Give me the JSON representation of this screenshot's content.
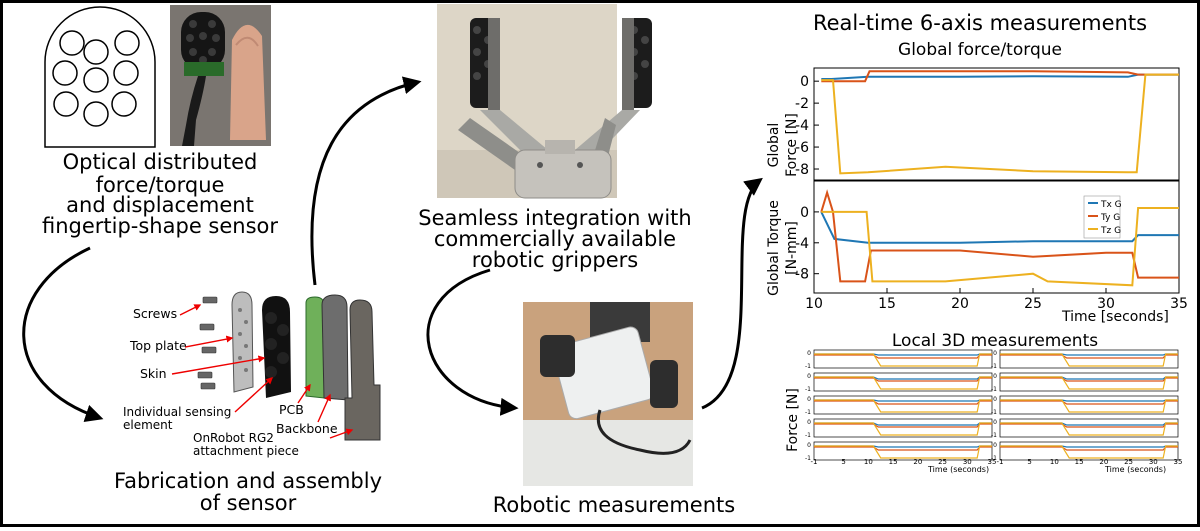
{
  "sections": {
    "sensor_caption": [
      "Optical distributed",
      "force/torque",
      "and displacement",
      "fingertip-shape sensor"
    ],
    "integration_caption": [
      "Seamless integration with",
      "commercially available",
      "robotic grippers"
    ],
    "fabrication_caption": [
      "Fabrication and assembly",
      "of sensor"
    ],
    "robotic_caption": "Robotic measurements",
    "realtime_title": "Real-time 6-axis measurements",
    "global_title": "Global force/torque",
    "local_title": "Local 3D measurements"
  },
  "assembly_labels": {
    "screws": "Screws",
    "top_plate": "Top plate",
    "skin": "Skin",
    "sensing_element": [
      "Individual sensing",
      "element"
    ],
    "pcb": "PCB",
    "backbone": "Backbone",
    "attachment": [
      "OnRobot RG2",
      "attachment piece"
    ]
  },
  "chart_data": [
    {
      "type": "line",
      "title": "Global force/torque",
      "ylabel": [
        "Global",
        "Force [N]"
      ],
      "xlim": [
        10,
        35
      ],
      "ylim": [
        -9,
        1.2
      ],
      "yticks": [
        0,
        -2,
        -4,
        -6,
        -8
      ],
      "series": [
        {
          "color": "#1f77b4",
          "x": [
            10.5,
            11.2,
            13.7,
            20,
            25,
            31.5,
            32.2,
            35
          ],
          "y": [
            0.2,
            0.2,
            0.4,
            0.4,
            0.45,
            0.4,
            0.6,
            0.6
          ]
        },
        {
          "color": "#d95319",
          "x": [
            10.5,
            13.5,
            13.8,
            20,
            25,
            31.5,
            32.2,
            35
          ],
          "y": [
            0,
            0,
            0.9,
            0.9,
            0.9,
            0.8,
            0.6,
            0.6
          ]
        },
        {
          "color": "#edb120",
          "x": [
            10.5,
            11.3,
            11.8,
            13.7,
            19,
            25,
            31.5,
            32.1,
            32.7,
            35
          ],
          "y": [
            0.1,
            0.1,
            -8.4,
            -8.3,
            -7.8,
            -8.2,
            -8.3,
            -8.3,
            0.6,
            0.6
          ]
        }
      ]
    },
    {
      "type": "line",
      "ylabel": [
        "Global Torque",
        "[N-mm]"
      ],
      "xlabel": "Time [seconds]",
      "xlim": [
        10,
        35
      ],
      "ylim": [
        -10.5,
        4
      ],
      "yticks": [
        0,
        -4,
        -8
      ],
      "xticks": [
        10,
        15,
        20,
        25,
        30,
        35
      ],
      "legend": {
        "position": "right",
        "entries": [
          "Tx G",
          "Ty G",
          "Tz G"
        ]
      },
      "series": [
        {
          "name": "Tx G",
          "color": "#1f77b4",
          "x": [
            10.5,
            11.4,
            13.7,
            20,
            25,
            31.8,
            32.2,
            35
          ],
          "y": [
            0,
            -3.5,
            -4,
            -4,
            -3.8,
            -3.8,
            -3,
            -3
          ]
        },
        {
          "name": "Ty G",
          "color": "#d95319",
          "x": [
            10.5,
            10.9,
            11.3,
            11.8,
            13.5,
            13.9,
            20,
            25,
            30,
            31.8,
            32.2,
            35
          ],
          "y": [
            0,
            2.5,
            0,
            -9,
            -9,
            -5,
            -5,
            -5.8,
            -5.3,
            -5.3,
            -8.5,
            -8.5
          ]
        },
        {
          "name": "Tz G",
          "color": "#edb120",
          "x": [
            10.5,
            13.6,
            14,
            19,
            25,
            26,
            31.8,
            32.2,
            35
          ],
          "y": [
            0,
            0,
            -9,
            -9,
            -8,
            -9,
            -9.5,
            0.5,
            0.5
          ]
        }
      ]
    },
    {
      "type": "line",
      "title": "Local 3D measurements",
      "ylabel": "Force [N]",
      "xlabel": "Time (seconds)",
      "xlim": [
        -1,
        35
      ],
      "xticks": [
        -1,
        5,
        10,
        15,
        20,
        25,
        30,
        35
      ],
      "panel_yticks": [
        "0",
        "-1"
      ],
      "panels": 10
    }
  ]
}
